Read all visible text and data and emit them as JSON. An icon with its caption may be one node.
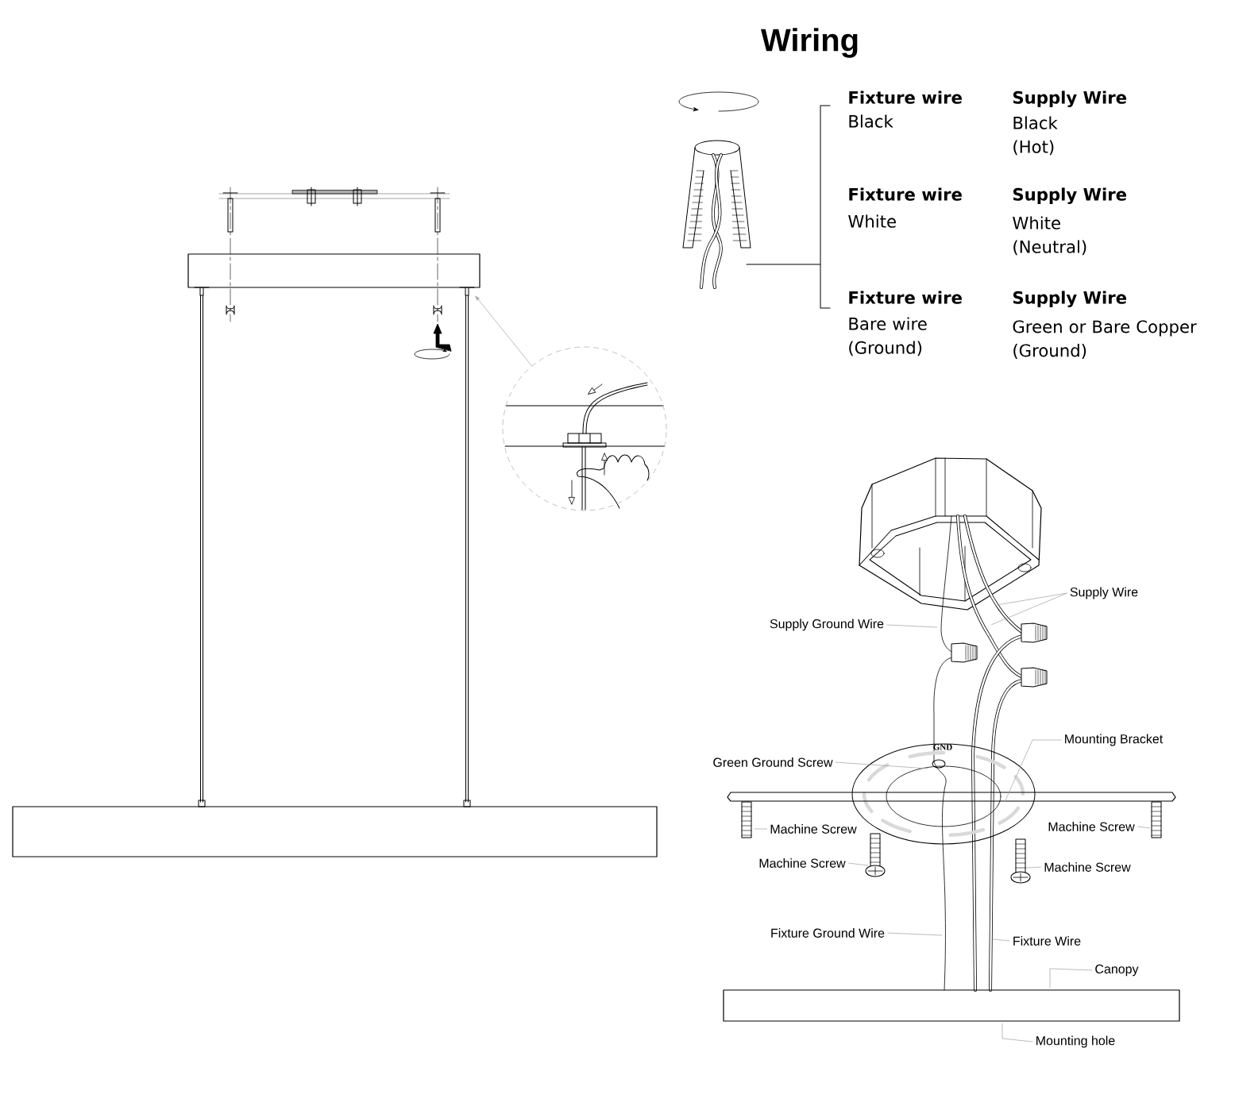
{
  "diagram": {
    "title": "Wiring",
    "nodes": [
      {
        "text": [
          "Supply Ground Wire"
        ]
      },
      {
        "text": [
          "Supply Wire"
        ]
      },
      {
        "text": [
          "Mounting Bracket"
        ]
      },
      {
        "text": [
          "Green Ground Screw"
        ]
      },
      {
        "text": [
          "Machine Screw"
        ]
      },
      {
        "text": [
          "Machine Screw"
        ]
      },
      {
        "text": [
          "Machine Screw"
        ]
      },
      {
        "text": [
          "Machine Screw"
        ]
      },
      {
        "text": [
          "Fixture Ground Wire"
        ]
      },
      {
        "text": [
          "Fixture Wire"
        ]
      },
      {
        "text": [
          "Canopy"
        ]
      },
      {
        "text": [
          "Mounting hole"
        ]
      },
      {
        "text": [],
        "shape": "circle"
      }
    ],
    "edges": [
      {
        "from": 0,
        "to": null,
        "arrow": "none"
      },
      {
        "from": 1,
        "to": null,
        "arrow": "none"
      },
      {
        "from": 1,
        "to": null,
        "arrow": "none"
      },
      {
        "from": 2,
        "to": null,
        "arrow": "none"
      },
      {
        "from": 3,
        "to": null,
        "arrow": "none"
      },
      {
        "from": 4,
        "to": null,
        "arrow": "none"
      },
      {
        "from": 5,
        "to": null,
        "arrow": "none"
      },
      {
        "from": 6,
        "to": null,
        "arrow": "none"
      },
      {
        "from": 7,
        "to": null,
        "arrow": "none"
      },
      {
        "from": 8,
        "to": null,
        "arrow": "none"
      },
      {
        "from": 9,
        "to": null,
        "arrow": "none"
      },
      {
        "from": 10,
        "to": null,
        "arrow": "none"
      },
      {
        "from": 11,
        "to": null,
        "arrow": "none"
      },
      {
        "from": 12,
        "to": null,
        "arrow": "to"
      }
    ],
    "labels": [
      "Fixture wire",
      "Supply Wire",
      "Black",
      "Black (Hot)",
      "Fixture wire",
      "Supply Wire",
      "White",
      "White (Neutral)",
      "Fixture wire",
      "Supply Wire",
      "Bare wire (Ground)",
      "Green or Bare Copper (Ground)",
      "GND"
    ]
  }
}
